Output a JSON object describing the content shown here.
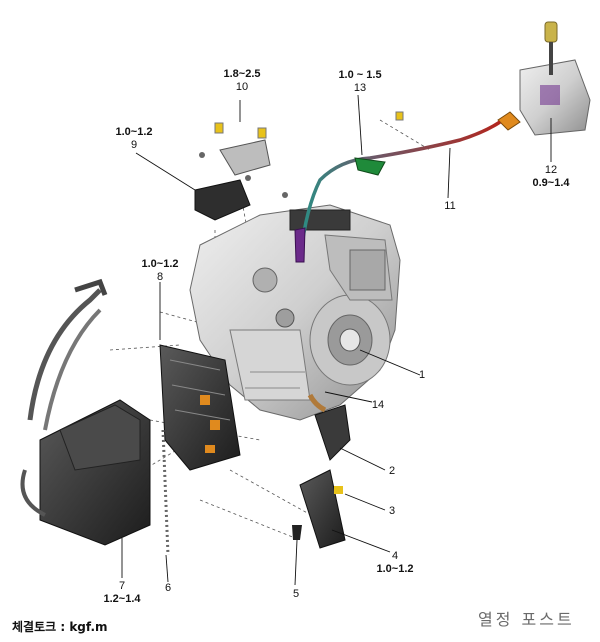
{
  "callouts": [
    {
      "id": "1",
      "number": "1",
      "torque": ""
    },
    {
      "id": "2",
      "number": "2",
      "torque": ""
    },
    {
      "id": "3",
      "number": "3",
      "torque": ""
    },
    {
      "id": "4",
      "number": "4",
      "torque": "1.0~1.2"
    },
    {
      "id": "5",
      "number": "5",
      "torque": ""
    },
    {
      "id": "6",
      "number": "6",
      "torque": ""
    },
    {
      "id": "7",
      "number": "7",
      "torque": "1.2~1.4"
    },
    {
      "id": "8",
      "number": "8",
      "torque": "1.0~1.2"
    },
    {
      "id": "9",
      "number": "9",
      "torque": "1.0~1.2"
    },
    {
      "id": "10",
      "number": "10",
      "torque": "1.8~2.5"
    },
    {
      "id": "11",
      "number": "11",
      "torque": ""
    },
    {
      "id": "12",
      "number": "12",
      "torque": "0.9~1.4"
    },
    {
      "id": "13",
      "number": "13",
      "torque": "1.0 ~ 1.5"
    },
    {
      "id": "14",
      "number": "14",
      "torque": ""
    }
  ],
  "footer": {
    "torque_unit_note": "체결토크 : kgf.m"
  },
  "watermark": {
    "text": "열정 포스트"
  },
  "colors": {
    "housing": "#d9d9d9",
    "housing_shadow": "#8c8c8c",
    "dark_part": "#2e2e2e",
    "cable_red": "#b3261e",
    "cable_teal": "#2a8f85",
    "purple_part": "#6b2a8a",
    "green_part": "#1f8a3a",
    "orange_part": "#e08a1e",
    "yellow_tag": "#e8c21a"
  }
}
